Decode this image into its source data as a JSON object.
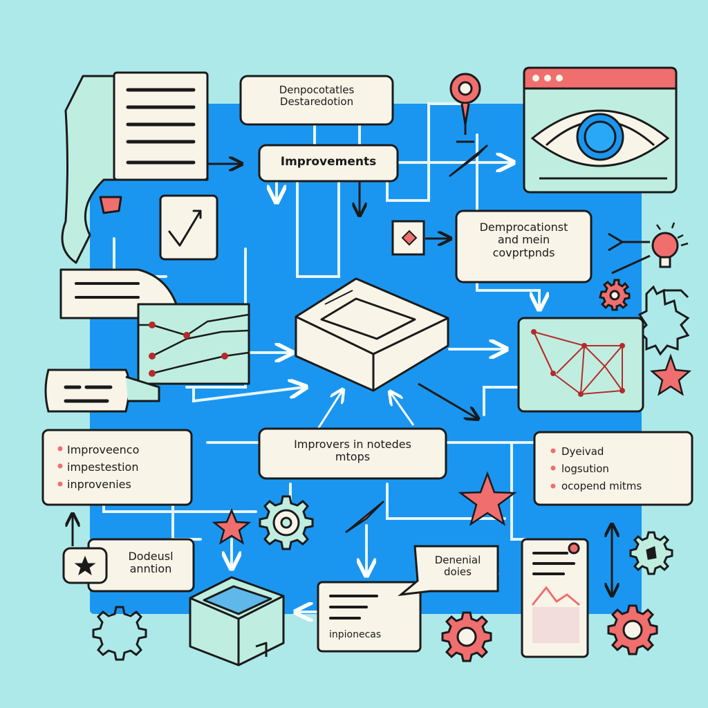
{
  "colors": {
    "background": "#aee9e9",
    "panel": "#1a96f0",
    "card": "#f8f4e8",
    "card_alt": "#bfeee0",
    "outline": "#1a1a1a",
    "accent": "#f06e6e",
    "connector": "#e6f6ff"
  },
  "nodes": {
    "top_label": {
      "line1": "Denpocotatles",
      "line2": "Destaredotion"
    },
    "improvements": {
      "title": "Improvements"
    },
    "right_mid": {
      "line1": "Demprocationst",
      "line2": "and mein",
      "line3": "covprtpnds"
    },
    "center": {
      "line1": "Improvers in notedes",
      "line2": "mtops"
    },
    "left_list": {
      "item1": "Improveenco",
      "item2": "impestestion",
      "item3": "inprovenies"
    },
    "right_list": {
      "item1": "Dyeivad",
      "item2": "logsution",
      "item3": "ocopend mitms"
    },
    "bottom_left": {
      "line1": "Dodeusl",
      "line2": "anntion"
    },
    "callout": {
      "line1": "Denenial",
      "line2": "doies"
    },
    "bottom_mid": {
      "label": "inpionecas"
    }
  },
  "icons": [
    "document-stack-icon",
    "location-pin-icon",
    "eye-window-icon",
    "checkmark-icon",
    "line-chart-icon",
    "lightbulb-icon",
    "gear-icon",
    "star-icon",
    "network-graph-icon",
    "central-block-icon",
    "open-box-icon",
    "document-chart-icon"
  ]
}
